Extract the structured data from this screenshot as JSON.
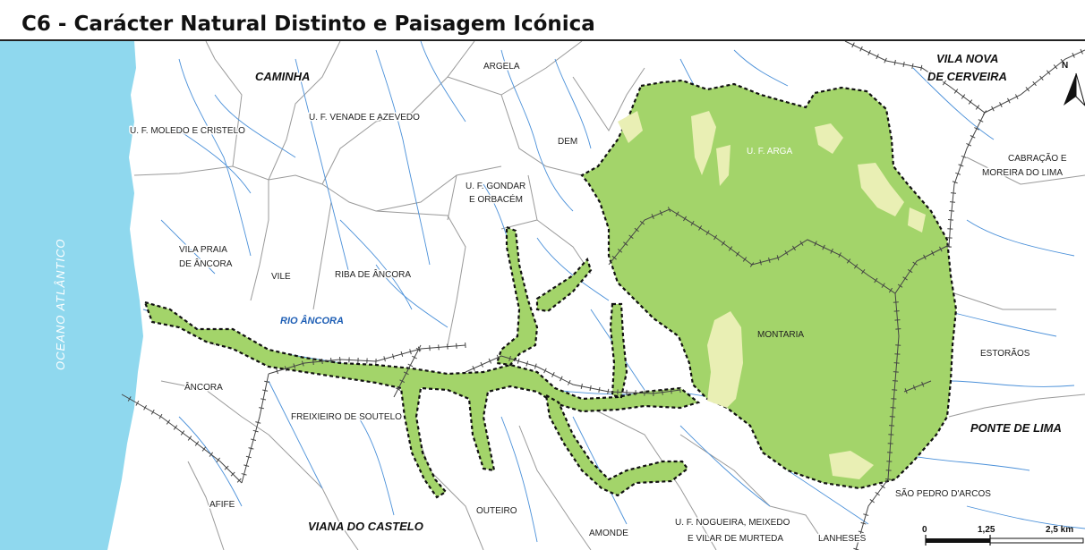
{
  "title": "C6 - Carácter Natural Distinto e Paisagem Icónica",
  "ocean_label": "OCEANO ATLÂNTICO",
  "river_label": "RIO ÂNCORA",
  "places": [
    {
      "key": "caminha",
      "text": "CAMINHA",
      "style": "bold"
    },
    {
      "key": "vila-nova-1",
      "text": "VILA NOVA",
      "style": "bold"
    },
    {
      "key": "vila-nova-2",
      "text": "DE CERVEIRA",
      "style": "bold"
    },
    {
      "key": "viana",
      "text": "VIANA DO CASTELO",
      "style": "bold"
    },
    {
      "key": "ponte",
      "text": "PONTE DE LIMA",
      "style": "bold"
    },
    {
      "key": "argela",
      "text": "ARGELA",
      "style": "normal"
    },
    {
      "key": "venade",
      "text": "U. F. VENADE E AZEVEDO",
      "style": "normal"
    },
    {
      "key": "moledo",
      "text": "U. F. MOLEDO E CRISTELO",
      "style": "normal"
    },
    {
      "key": "dem",
      "text": "DEM",
      "style": "normal"
    },
    {
      "key": "gondar-1",
      "text": "U. F. GONDAR",
      "style": "normal"
    },
    {
      "key": "gondar-2",
      "text": "E ORBACÉM",
      "style": "normal"
    },
    {
      "key": "arga",
      "text": "U. F. ARGA",
      "style": "normal"
    },
    {
      "key": "cabracao-1",
      "text": "CABRAÇÃO E",
      "style": "normal"
    },
    {
      "key": "cabracao-2",
      "text": "MOREIRA DO LIMA",
      "style": "normal"
    },
    {
      "key": "vila-praia-1",
      "text": "VILA PRAIA",
      "style": "normal"
    },
    {
      "key": "vila-praia-2",
      "text": "DE ÂNCORA",
      "style": "normal"
    },
    {
      "key": "vile",
      "text": "VILE",
      "style": "normal"
    },
    {
      "key": "riba",
      "text": "RIBA DE ÂNCORA",
      "style": "normal"
    },
    {
      "key": "montaria",
      "text": "MONTARIA",
      "style": "normal"
    },
    {
      "key": "estoraos",
      "text": "ESTORÃOS",
      "style": "normal"
    },
    {
      "key": "ancora",
      "text": "ÂNCORA",
      "style": "normal"
    },
    {
      "key": "freixieiro",
      "text": "FREIXIEIRO DE SOUTELO",
      "style": "normal"
    },
    {
      "key": "afife",
      "text": "AFIFE",
      "style": "normal"
    },
    {
      "key": "outeiro",
      "text": "OUTEIRO",
      "style": "normal"
    },
    {
      "key": "amonde",
      "text": "AMONDE",
      "style": "normal"
    },
    {
      "key": "nogueira-1",
      "text": "U. F. NOGUEIRA, MEIXEDO",
      "style": "normal"
    },
    {
      "key": "nogueira-2",
      "text": "E VILAR DE MURTEDA",
      "style": "normal"
    },
    {
      "key": "lanheses",
      "text": "LANHESES",
      "style": "normal"
    },
    {
      "key": "sao-pedro",
      "text": "SÃO PEDRO D'ARCOS",
      "style": "normal"
    }
  ],
  "north_label": "N",
  "scale": {
    "ticks": [
      "0",
      "1,25",
      "2,5 km"
    ]
  },
  "colors": {
    "ocean": "#8fd8ee",
    "zone": "#a3d46a",
    "zone_light": "#e9efb4",
    "river": "#4a90d9",
    "border": "#9a9a9a"
  }
}
